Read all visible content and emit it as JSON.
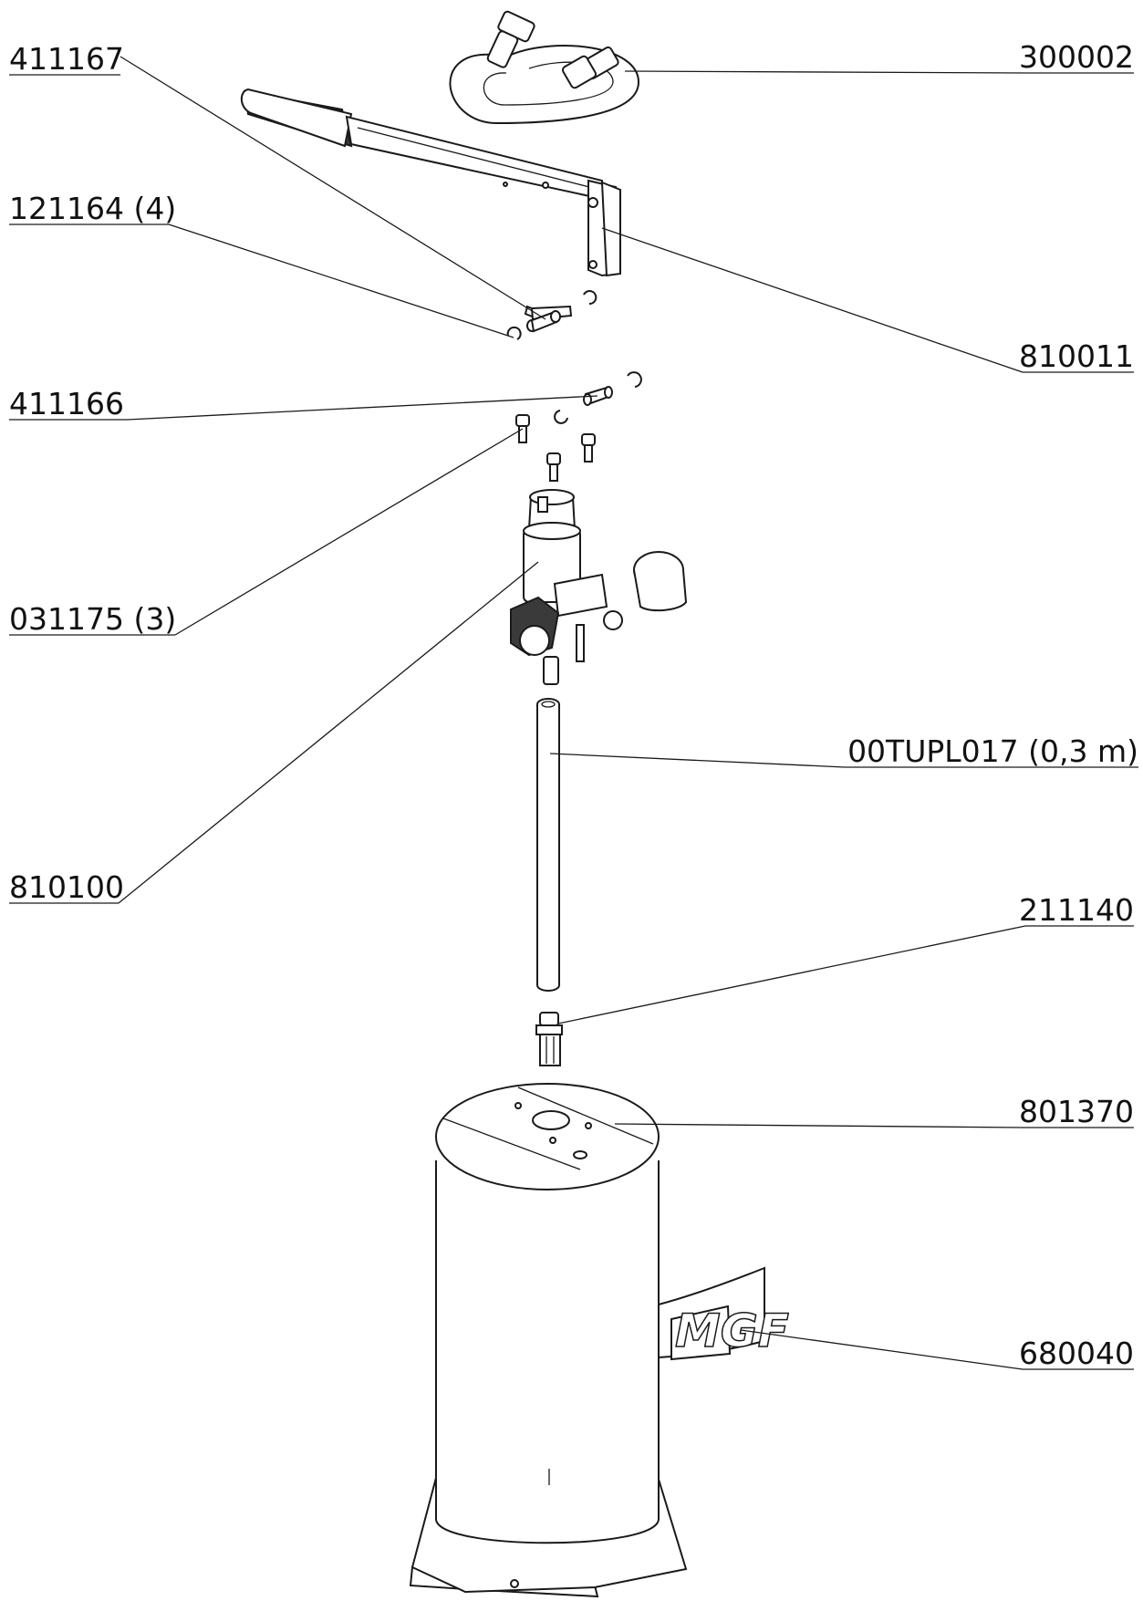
{
  "labels": {
    "hose": "300002",
    "pin_long": "411167",
    "circlip": "121164 (4)",
    "lever": "810011",
    "pin_short": "411166",
    "screw": "031175 (3)",
    "pump_head": "810100",
    "dip_tube": "00TUPL017 (0,3 m)",
    "tube_fitting": "211140",
    "tank": "801370",
    "sticker": "680040"
  },
  "logo": {
    "text": "MGF"
  }
}
